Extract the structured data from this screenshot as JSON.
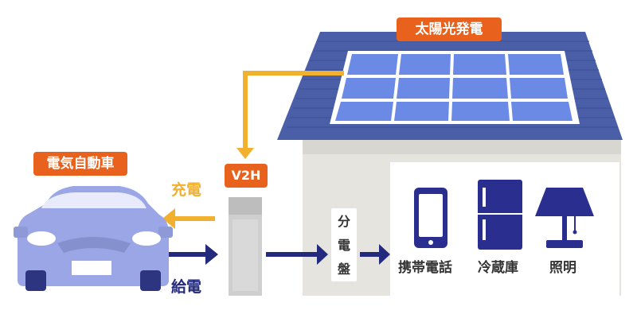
{
  "labels": {
    "solar": "太陽光発電",
    "ev": "電気自動車",
    "v2h": "V2H",
    "charge": "充電",
    "supply": "給電",
    "panel_board": [
      "分",
      "電",
      "盤"
    ],
    "appliances": [
      "携帯電話",
      "冷蔵庫",
      "照明"
    ]
  },
  "icons": {
    "solar_panel": "solar-panel-icon",
    "car": "car-icon",
    "v2h_unit": "v2h-charger-icon",
    "phone": "smartphone-icon",
    "fridge": "refrigerator-icon",
    "lamp": "lamp-icon"
  },
  "colors": {
    "badge_orange": "#e8621e",
    "charge_orange": "#f2b02f",
    "supply_navy": "#232a7d",
    "house_wall": "#e5e4df",
    "roof": "#4a5fa8",
    "solar_cell": "#6a8ae6",
    "car_body": "#9aa6e6",
    "appliance_navy": "#2a2f8f"
  }
}
